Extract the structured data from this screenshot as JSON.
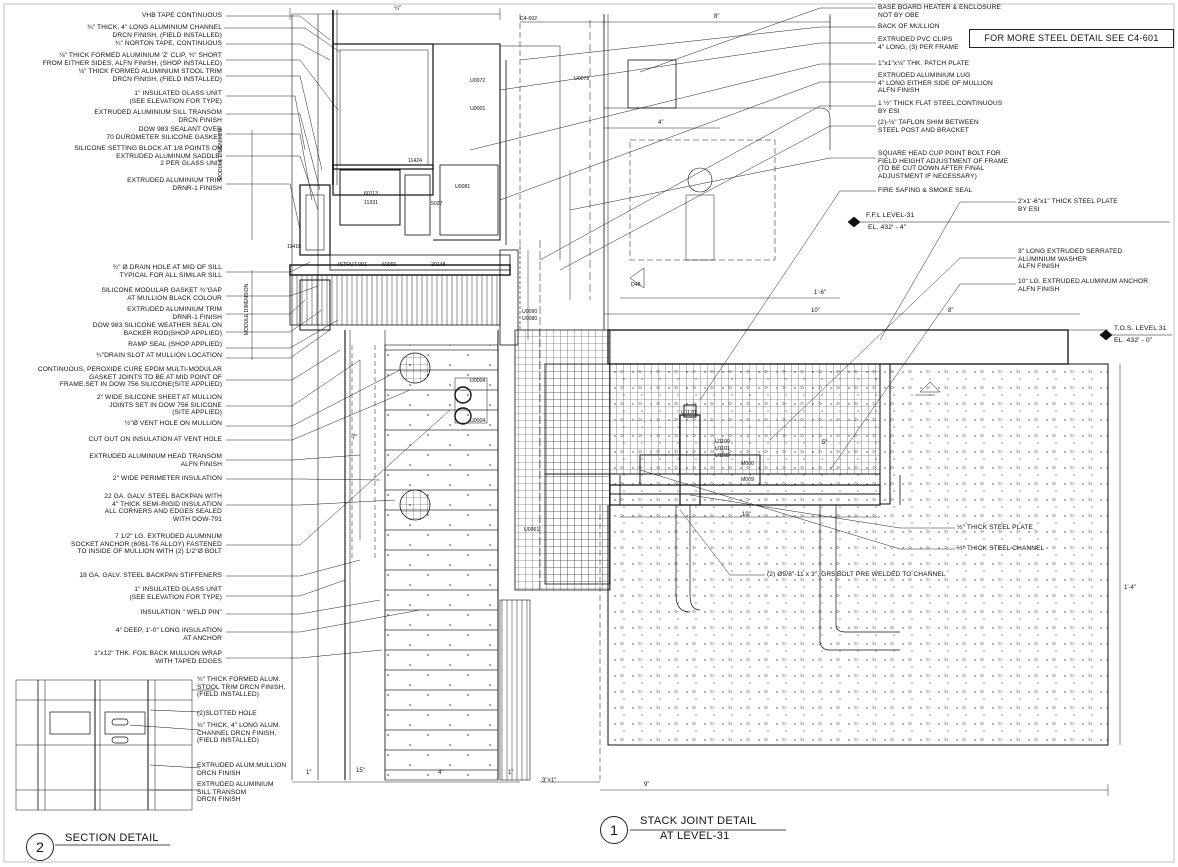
{
  "reference_note": "FOR MORE STEEL DETAIL SEE C4-601",
  "titles": {
    "main_number": "1",
    "main_line1": "STACK JOINT DETAIL",
    "main_line2": "AT LEVEL-31",
    "section_number": "2",
    "section_title": "SECTION DETAIL"
  },
  "levels": {
    "ffl_label": "F.F.L LEVEL-31",
    "ffl_el": "EL. 432' - 4\"",
    "tos_label": "T.O.S. LEVEL 31",
    "tos_el": "EL. 432' - 0\""
  },
  "left_notes": [
    [
      "VHB TAPE CONTINUOUS"
    ],
    [
      "¾\" THICK, 4\" LONG ALUMINIUM CHANNEL",
      "DRCN FINISH, (FIELD INSTALLED)"
    ],
    [
      "¾\" NORTON TAPE, CONTINUOUS"
    ],
    [
      "⅛\" THICK FORMED ALUMINIUM 'Z' CLIP, ¾\" SHORT",
      "FROM EITHER SIDES, ALFN FINISH, (SHOP INSTALLED)"
    ],
    [
      "⅛\" THICK FORMED ALUMINIUM STOOL TRIM",
      "DRCN FINISH, (FIELD INSTALLED)"
    ],
    [
      "1\" INSULATED GLASS UNIT",
      "(SEE ELEVATION FOR TYPE)"
    ],
    [
      "EXTRUDED ALUMINIUM SILL TRANSOM",
      "DRCN FINISH"
    ],
    [
      "DOW 983 SEALANT OVER",
      "70 DUROMETER SILICONE GASKET"
    ],
    [
      "SILICONE SETTING BLOCK AT 1/8 POINTS ON",
      "EXTRUDED ALUMINUM SADDLE-",
      "2 PER GLASS UNIT"
    ],
    [
      "EXTRUDED ALUMINIUM TRIM",
      "DRNR-1 FINISH"
    ],
    [
      "¾\" Ø DRAIN HOLE AT MID OF SILL",
      "TYPICAL FOR ALL SIMILAR SILL"
    ],
    [
      "SILICONE MODULAR GASKET ¾\"GAP",
      "AT MULLION BLACK COLOUR"
    ],
    [
      "EXTRUDED ALUMINIUM TRIM",
      "DRNR-1 FINISH"
    ],
    [
      "DOW 983 SILICONE WEATHER SEAL ON",
      "BACKER ROD(SHOP APPLIED)"
    ],
    [
      "RAMP SEAL (SHOP APPLIED)"
    ],
    [
      "¾\"DRAIN SLOT AT MULLION LOCATION"
    ],
    [
      "CONTINUOUS, PEROXIDE CURE EPDM MULTI-MODULAR",
      "GASKET JOINTS TO BE AT MID POINT OF",
      "FRAME,SET IN DOW 756 SILICONE(SITE APPLIED)"
    ],
    [
      "2\" WIDE SILICONE SHEET AT MULLION",
      "JOINTS SET IN DOW 756 SILICONE",
      "(SITE APPLIED)"
    ],
    [
      "½\"Ø VENT HOLE ON MULLION"
    ],
    [
      "CUT OUT ON INSULATION AT VENT HOLE"
    ],
    [
      "EXTRUDED ALUMINIUM HEAD TRANSOM",
      "ALFN FINISH"
    ],
    [
      "2\" WIDE PERIMETER INSULATION"
    ],
    [
      "22 GA. GALV. STEEL BACKPAN WITH",
      "4\" THICK SEMI-RIGID INSULATION",
      "ALL CORNERS AND EDGES SEALED",
      "WITH DOW-791"
    ],
    [
      "7 1/2\" LG. EXTRUDED ALUMINUM",
      "SOCKET ANCHOR (6061-T6 ALLOY) FASTENED",
      "TO INSIDE OF MULLION WITH (2) 1/2\"Ø BOLT"
    ],
    [
      "18 GA. GALV. STEEL BACKPAN STIFFENERS"
    ],
    [
      "1\" INSULATED GLASS UNIT",
      "(SEE ELEVATION FOR TYPE)"
    ],
    [
      "INSULATION \" WELD PIN\""
    ],
    [
      "4\" DEEP, 1'-0\" LONG INSULATION",
      "AT ANCHOR"
    ],
    [
      "1\"x12\" THK. FOIL BACK MULLION WRAP",
      "WITH TAPED EDGES"
    ]
  ],
  "section_notes": [
    [
      "¾\" THICK FORMED ALUM.",
      "STOOL TRIM DRCN FINISH,",
      "(FIELD INSTALLED)"
    ],
    [
      "(2)SLOTTED HOLE"
    ],
    [
      "¾\" THICK, 4\" LONG ALUM.",
      "CHANNEL DRCN FINISH,",
      "(FIELD INSTALLED)"
    ],
    [
      "EXTRUDED ALUM.MULLION",
      "DRCN FINISH"
    ],
    [
      "EXTRUDED ALUMINIUM",
      "SILL TRANSOM",
      "DRCN FINISH"
    ]
  ],
  "right_notes": [
    [
      "BASE BOARD HEATER & ENCLOSURE",
      "NOT BY OBE"
    ],
    [
      "BACK OF MULLION"
    ],
    [
      "EXTRUDED PVC CLIPS",
      "4\" LONG, (3) PER FRAME"
    ],
    [
      "1\"x1\"x⅛\" THK. PATCH PLATE"
    ],
    [
      "EXTRUDED ALUMINIUM LUG",
      "4\" LONG EITHER SIDE OF MULLION",
      "ALFN FINISH"
    ],
    [
      "1 ½\" THICK FLAT STEEL,CONTINUOUS",
      "BY ESI"
    ],
    [
      "(2)-⅛\" TAFLON SHIM BETWEEN",
      "STEEL POST AND BRACKET"
    ],
    [
      "SQUARE HEAD CUP POINT BOLT FOR",
      "FIELD HEIGHT ADJUSTMENT OF FRAME",
      "(TO BE CUT DOWN AFTER FINAL",
      "ADJUSTMENT IF NECESSARY)"
    ],
    [
      "FIRE SAFING & SMOKE SEAL"
    ]
  ],
  "far_right_notes": [
    [
      "2'x1'-6\"x1\" THICK STEEL PLATE",
      "BY ESI"
    ],
    [
      "3\" LONG EXTRUDED SERRATED",
      "ALUMINIUM WASHER",
      "ALFN FINISH"
    ],
    [
      "10\" LG. EXTRUDED ALUMINUM ANCHOR",
      "ALFN FINISH"
    ]
  ],
  "lower_notes": {
    "plate": "½\" THICK STEEL PLATE",
    "channel": "½\" THICK STEEL CHANNEL",
    "bolt": "(2) Ø5/8\"-11 x 3\", GR5 BOLT PRE WELDED TO CHANNEL"
  },
  "tags": {
    "u0072": "U0072",
    "u0001": "U0001",
    "u0073": "U0073",
    "u0081": "U0081",
    "n11424": "11424",
    "n60113": "60113",
    "n11331": "11331",
    "n5027": "5027",
    "n20148": "20148",
    "n60091": "60091",
    "istrut": "ISTRUT-001",
    "n11418": "11418",
    "u0090": "U0090",
    "u0080": "U0080",
    "u0004a": "U0004",
    "u0004b": "U0004",
    "u1120": "U1120",
    "u1100": "U1100",
    "u1101": "U1101",
    "u1102": "U1102",
    "m000": "M000",
    "m009": "M009",
    "u0061": "U0061",
    "c4_602": "C4-602",
    "d48": "D48"
  },
  "dims": {
    "top_a": "¼\"",
    "top_b": "8\"",
    "d4": "4\"",
    "d1_6": "1'-6\"",
    "d10a": "10\"",
    "d8": "8\"",
    "d10b": "10\"",
    "d5": "5\"",
    "d7": "7\"",
    "d1_4": "1'-4\"",
    "bot_1": "1\"",
    "bot_2": "4\"",
    "bot_3": "1\"",
    "bot_4": "3\"×1\"",
    "bot_5": "15\"",
    "bot_9": "9\"",
    "v_mod": "MODULE DIMENSION",
    "v_mod2": "MODULE DIMENSION"
  },
  "colors": {
    "line": "#111111",
    "hatch": "#555555",
    "paper": "#ffffff"
  }
}
